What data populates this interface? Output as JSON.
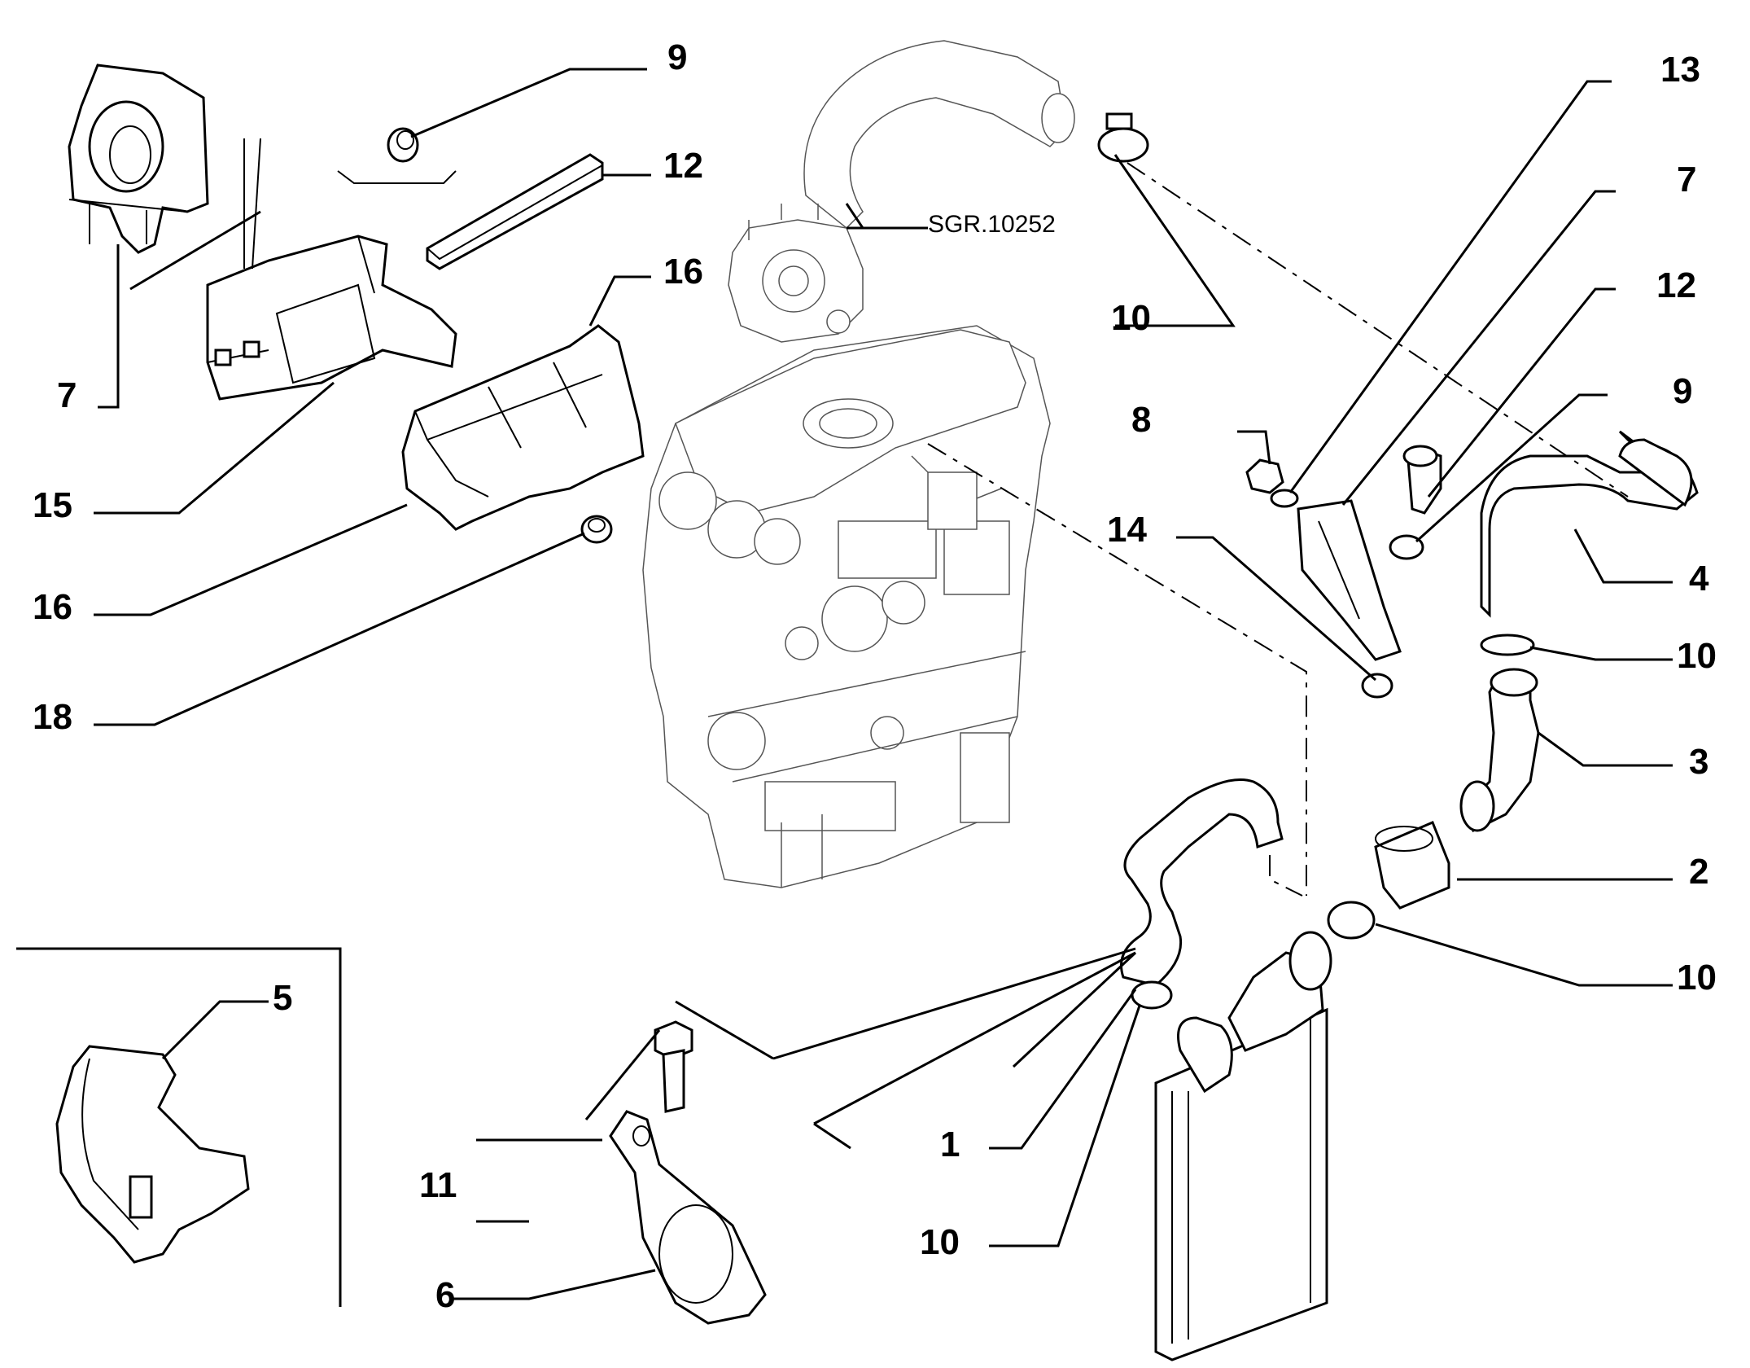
{
  "diagram": {
    "reference_code": "SGR.10252",
    "callouts": [
      {
        "id": "c1",
        "label": "1"
      },
      {
        "id": "c2",
        "label": "2"
      },
      {
        "id": "c3",
        "label": "3"
      },
      {
        "id": "c4",
        "label": "4"
      },
      {
        "id": "c5",
        "label": "5"
      },
      {
        "id": "c6",
        "label": "6"
      },
      {
        "id": "c7a",
        "label": "7"
      },
      {
        "id": "c7b",
        "label": "7"
      },
      {
        "id": "c8",
        "label": "8"
      },
      {
        "id": "c9a",
        "label": "9"
      },
      {
        "id": "c9b",
        "label": "9"
      },
      {
        "id": "c10a",
        "label": "10"
      },
      {
        "id": "c10b",
        "label": "10"
      },
      {
        "id": "c10c",
        "label": "10"
      },
      {
        "id": "c10d",
        "label": "10"
      },
      {
        "id": "c11",
        "label": "11"
      },
      {
        "id": "c12a",
        "label": "12"
      },
      {
        "id": "c12b",
        "label": "12"
      },
      {
        "id": "c13",
        "label": "13"
      },
      {
        "id": "c14",
        "label": "14"
      },
      {
        "id": "c15",
        "label": "15"
      },
      {
        "id": "c16a",
        "label": "16"
      },
      {
        "id": "c16b",
        "label": "16"
      },
      {
        "id": "c18",
        "label": "18"
      }
    ]
  }
}
